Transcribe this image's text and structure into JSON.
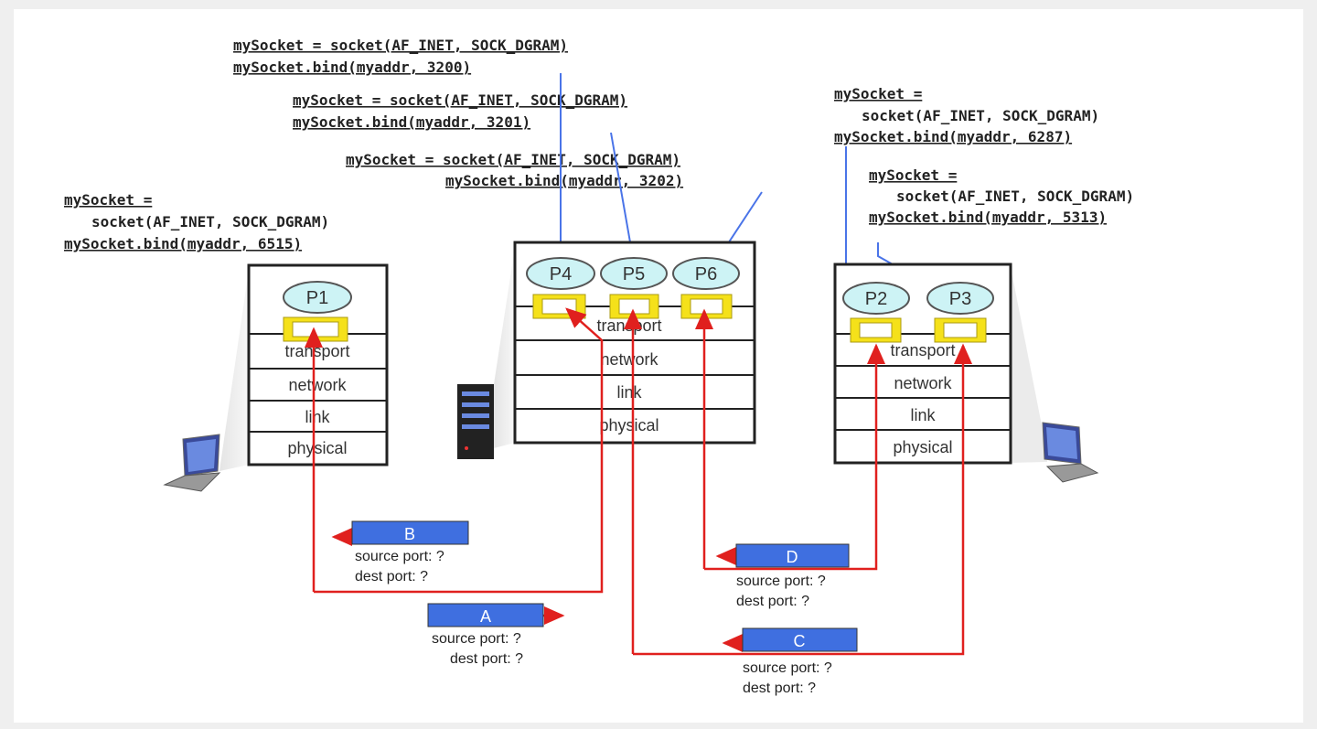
{
  "code_blocks": [
    {
      "lines": [
        "mySocket = socket(AF_INET, SOCK_DGRAM)",
        "mySocket.bind(myaddr, 3200)"
      ]
    },
    {
      "lines": [
        "mySocket = socket(AF_INET, SOCK_DGRAM)",
        "mySocket.bind(myaddr, 3201)"
      ]
    },
    {
      "lines": [
        "mySocket = socket(AF_INET, SOCK_DGRAM)",
        "mySocket.bind(myaddr, 3202)"
      ]
    },
    {
      "lines": [
        "mySocket =",
        "socket(AF_INET, SOCK_DGRAM)",
        "mySocket.bind(myaddr, 6515)"
      ]
    },
    {
      "lines": [
        "mySocket =",
        "socket(AF_INET, SOCK_DGRAM)",
        "mySocket.bind(myaddr, 6287)"
      ]
    },
    {
      "lines": [
        "mySocket =",
        "socket(AF_INET, SOCK_DGRAM)",
        "mySocket.bind(myaddr, 5313)"
      ]
    }
  ],
  "layers": [
    "transport",
    "network",
    "link",
    "physical"
  ],
  "processes": [
    "P1",
    "P2",
    "P3",
    "P4",
    "P5",
    "P6"
  ],
  "packets": [
    {
      "label": "A",
      "source": "source port: ?",
      "dest": "dest port: ?"
    },
    {
      "label": "B",
      "source": "source port: ?",
      "dest": "dest port: ?"
    },
    {
      "label": "C",
      "source": "source port: ?",
      "dest": "dest port: ?"
    },
    {
      "label": "D",
      "source": "source port: ?",
      "dest": "dest port: ?"
    }
  ],
  "colors": {
    "packet": "#3f6fe0",
    "process": "#cdf3f5",
    "socket": "#f5e11a",
    "flow": "#e0201e",
    "binding": "#4a74e8"
  }
}
